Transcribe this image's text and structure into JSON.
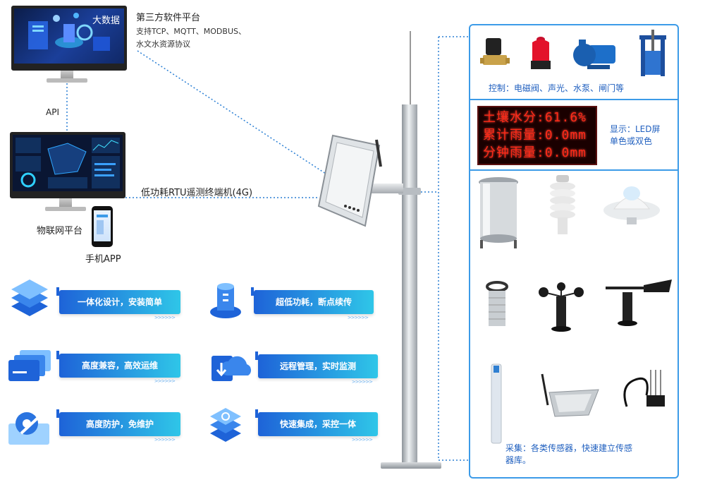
{
  "platforms": {
    "third_party": {
      "title": "第三方软件平台",
      "desc_line1": "支持TCP、MQTT、MODBUS、",
      "desc_line2": "水文水资源协议",
      "screen_label": "大数据"
    },
    "api_label": "API",
    "iot": {
      "title": "物联网平台"
    },
    "mobile": {
      "title": "手机APP"
    },
    "rtu_label": "低功耗RTU遥测终端机(4G)"
  },
  "features": [
    {
      "label": "一体化设计，安装简单",
      "icon": "layers-icon"
    },
    {
      "label": "超低功耗，断点续传",
      "icon": "battery-icon"
    },
    {
      "label": "高度兼容，高效运维",
      "icon": "cards-icon"
    },
    {
      "label": "远程管理，实时监测",
      "icon": "cloud-download-icon"
    },
    {
      "label": "高度防护，免维护",
      "icon": "gear-tools-icon"
    },
    {
      "label": "快速集成，采控一体",
      "icon": "stack-cycle-icon"
    }
  ],
  "panel": {
    "control_label": "控制：电磁阀、声光、水泵、闸门等",
    "led_lines": [
      "土壤水分:61.6%",
      "累计雨量:0.0mm",
      "分钟雨量:0.0mm"
    ],
    "display_line1": "显示：LED屏",
    "display_line2": "单色或双色",
    "collect_line1": "采集：各类传感器，快速建立传感",
    "collect_line2": "器库。"
  },
  "colors": {
    "accent": "#3c9be8",
    "card_start": "#1e63d8",
    "card_end": "#2fc6e8",
    "led_red": "#ff2a18"
  }
}
